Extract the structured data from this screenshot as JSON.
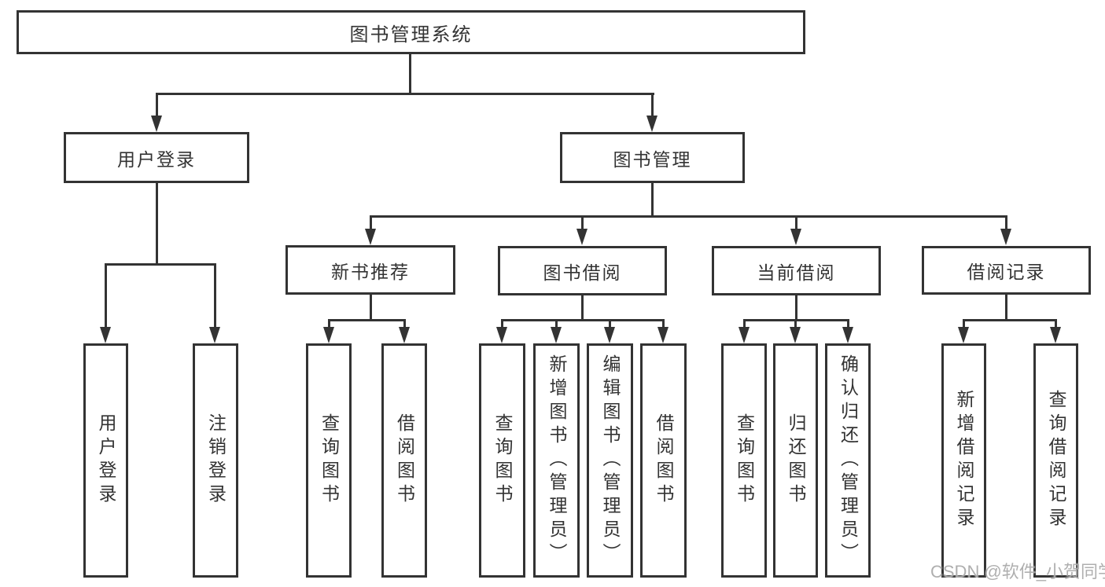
{
  "diagram_type": "hierarchy-tree",
  "tree": {
    "label": "图书管理系统",
    "children": [
      {
        "label": "用户登录",
        "children": [
          {
            "label": "用户登录"
          },
          {
            "label": "注销登录"
          }
        ]
      },
      {
        "label": "图书管理",
        "children": [
          {
            "label": "新书推荐",
            "children": [
              {
                "label": "查询图书"
              },
              {
                "label": "借阅图书"
              }
            ]
          },
          {
            "label": "图书借阅",
            "children": [
              {
                "label": "查询图书"
              },
              {
                "label": "新增图书（管理员）"
              },
              {
                "label": "编辑图书（管理员）"
              },
              {
                "label": "借阅图书"
              }
            ]
          },
          {
            "label": "当前借阅",
            "children": [
              {
                "label": "查询图书"
              },
              {
                "label": "归还图书"
              },
              {
                "label": "确认归还（管理员）"
              }
            ]
          },
          {
            "label": "借阅记录",
            "children": [
              {
                "label": "新增借阅记录"
              },
              {
                "label": "查询借阅记录"
              }
            ]
          }
        ]
      }
    ]
  },
  "watermark": {
    "text": "CSDN @软件_小贺同学"
  },
  "colors": {
    "line": "#333333",
    "box_border": "#333333",
    "text": "#333333",
    "background": "#ffffff",
    "watermark": "#a8a8a8"
  }
}
